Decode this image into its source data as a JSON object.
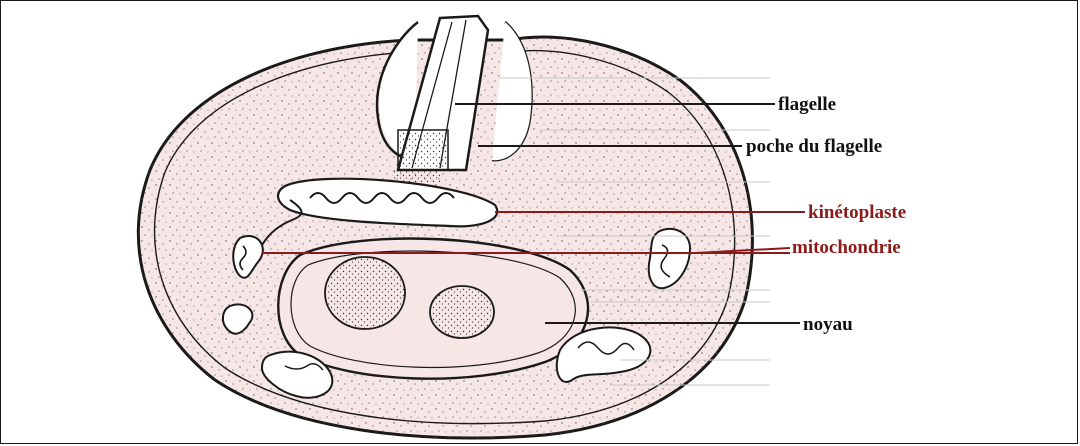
{
  "labels": {
    "flagelle": "flagelle",
    "poche": "poche du flagelle",
    "kinetoplaste": "kinétoplaste",
    "mitochondrie": "mitochondrie",
    "noyau": "noyau"
  },
  "colors": {
    "cell_fill": "#f7e6e6",
    "outline": "#1a1a1a",
    "highlight_label": "#8b1a1a",
    "label": "#111111"
  }
}
